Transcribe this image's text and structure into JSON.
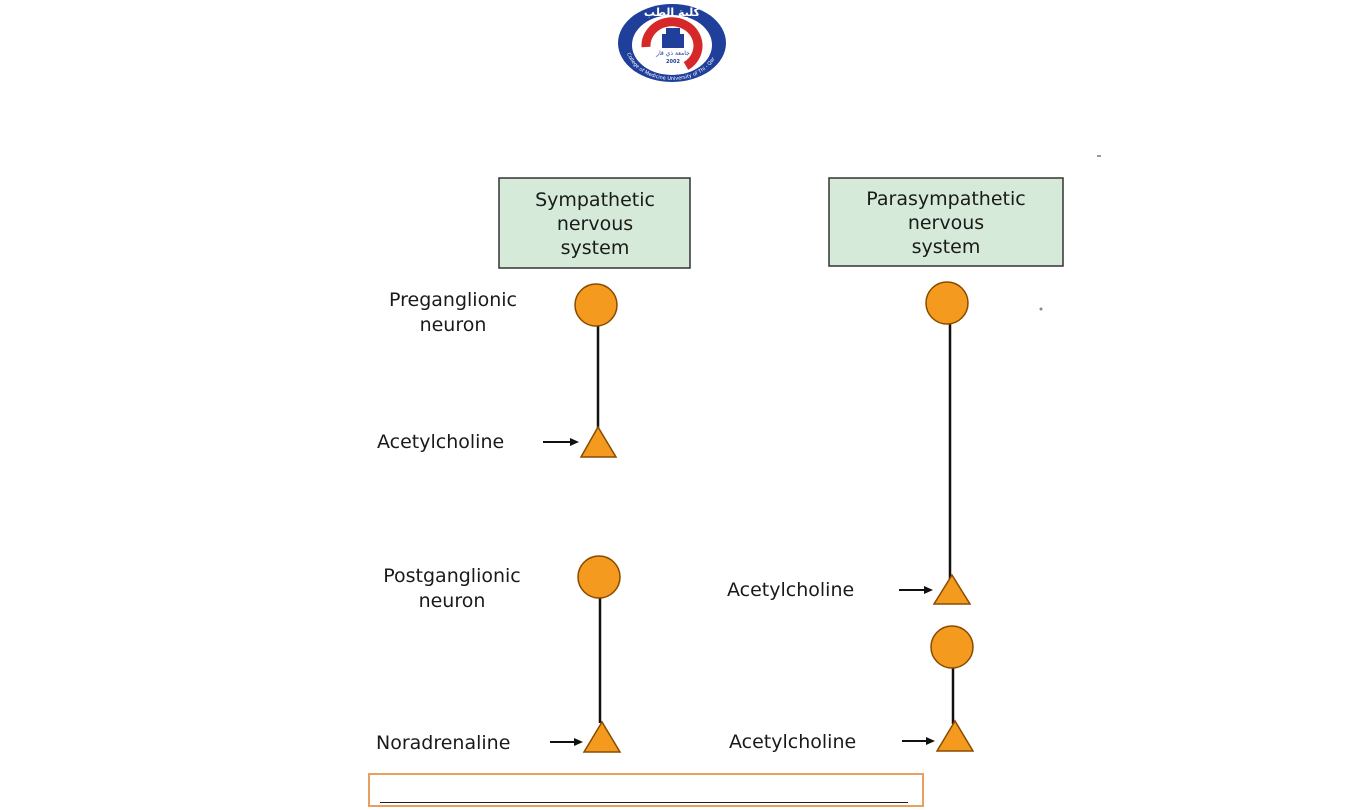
{
  "logo": {
    "arabic_text": "كلية الطب",
    "university_arabic": "جامعة ذي قار",
    "ring_text": "College of Medicine University of Thi - Qar",
    "year": "2002"
  },
  "columns": {
    "sympathetic": {
      "header_lines": [
        "Sympathetic",
        "nervous",
        "system"
      ]
    },
    "parasympathetic": {
      "header_lines": [
        "Parasympathetic",
        "nervous",
        "system"
      ]
    }
  },
  "labels": {
    "preganglionic": [
      "Preganglionic",
      "neuron"
    ],
    "postganglionic": [
      "Postganglionic",
      "neuron"
    ],
    "symp_pre_transmitter": "Acetylcholine",
    "symp_post_transmitter": "Noradrenaline",
    "para_pre_transmitter": "Acetylcholine",
    "para_post_transmitter": "Acetylcholine"
  },
  "colors": {
    "header_fill": "#d5ead8",
    "neuron_fill": "#f39a1f",
    "neuron_stroke": "#8a4b00",
    "footer_border": "#e8a060"
  }
}
